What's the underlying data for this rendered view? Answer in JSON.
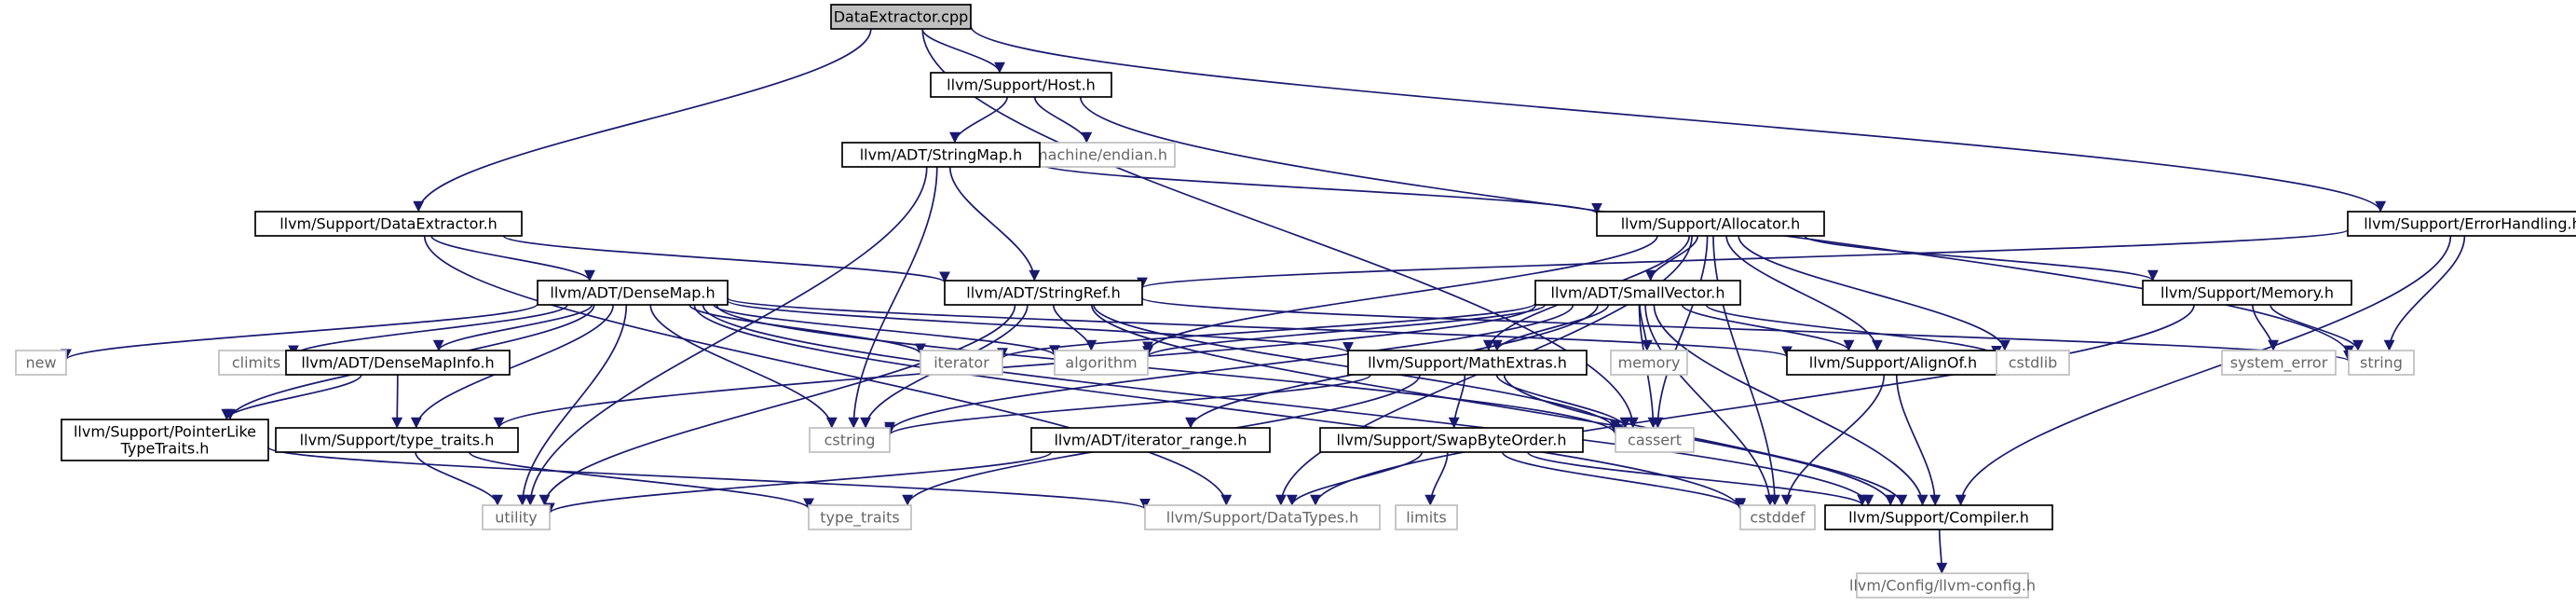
{
  "colors": {
    "edge": "#191970",
    "node_border": "#000000",
    "node_border_external": "#bfbfbf",
    "text": "#000000",
    "text_external": "#666666",
    "root_fill": "#bfbfbf",
    "node_fill": "#ffffff"
  },
  "nodes": [
    {
      "id": "n_dataextractor_cpp",
      "label": "DataExtractor.cpp",
      "kind": "root"
    },
    {
      "id": "n_host_h",
      "label": "llvm/Support/Host.h",
      "kind": "local"
    },
    {
      "id": "n_machine_endian",
      "label": "machine/endian.h",
      "kind": "external"
    },
    {
      "id": "n_stringmap_h",
      "label": "llvm/ADT/StringMap.h",
      "kind": "local"
    },
    {
      "id": "n_dataextractor_h",
      "label": "llvm/Support/DataExtractor.h",
      "kind": "local"
    },
    {
      "id": "n_allocator_h",
      "label": "llvm/Support/Allocator.h",
      "kind": "local"
    },
    {
      "id": "n_errorhandling_h",
      "label": "llvm/Support/ErrorHandling.h",
      "kind": "local"
    },
    {
      "id": "n_densemap_h",
      "label": "llvm/ADT/DenseMap.h",
      "kind": "local"
    },
    {
      "id": "n_stringref_h",
      "label": "llvm/ADT/StringRef.h",
      "kind": "local"
    },
    {
      "id": "n_smallvector_h",
      "label": "llvm/ADT/SmallVector.h",
      "kind": "local"
    },
    {
      "id": "n_memory_h",
      "label": "llvm/Support/Memory.h",
      "kind": "local"
    },
    {
      "id": "n_new",
      "label": "new",
      "kind": "external"
    },
    {
      "id": "n_climits",
      "label": "climits",
      "kind": "external"
    },
    {
      "id": "n_densemapinfo_h",
      "label": "llvm/ADT/DenseMapInfo.h",
      "kind": "local"
    },
    {
      "id": "n_iterator",
      "label": "iterator",
      "kind": "external"
    },
    {
      "id": "n_algorithm",
      "label": "algorithm",
      "kind": "external"
    },
    {
      "id": "n_mathextras_h",
      "label": "llvm/Support/MathExtras.h",
      "kind": "local"
    },
    {
      "id": "n_memory",
      "label": "memory",
      "kind": "external"
    },
    {
      "id": "n_alignof_h",
      "label": "llvm/Support/AlignOf.h",
      "kind": "local"
    },
    {
      "id": "n_cstdlib",
      "label": "cstdlib",
      "kind": "external"
    },
    {
      "id": "n_system_error",
      "label": "system_error",
      "kind": "external"
    },
    {
      "id": "n_string",
      "label": "string",
      "kind": "external"
    },
    {
      "id": "n_pointerlike_h",
      "label": "llvm/Support/PointerLike\nTypeTraits.h",
      "kind": "local"
    },
    {
      "id": "n_type_traits_h",
      "label": "llvm/Support/type_traits.h",
      "kind": "local"
    },
    {
      "id": "n_cstring",
      "label": "cstring",
      "kind": "external"
    },
    {
      "id": "n_iterator_range_h",
      "label": "llvm/ADT/iterator_range.h",
      "kind": "local"
    },
    {
      "id": "n_swapbyteorder_h",
      "label": "llvm/Support/SwapByteOrder.h",
      "kind": "local"
    },
    {
      "id": "n_cassert",
      "label": "cassert",
      "kind": "external"
    },
    {
      "id": "n_utility",
      "label": "utility",
      "kind": "external"
    },
    {
      "id": "n_type_traits",
      "label": "type_traits",
      "kind": "external"
    },
    {
      "id": "n_datatypes_h",
      "label": "llvm/Support/DataTypes.h",
      "kind": "external"
    },
    {
      "id": "n_limits",
      "label": "limits",
      "kind": "external"
    },
    {
      "id": "n_cstddef",
      "label": "cstddef",
      "kind": "external"
    },
    {
      "id": "n_compiler_h",
      "label": "llvm/Support/Compiler.h",
      "kind": "local"
    },
    {
      "id": "n_llvm_config_h",
      "label": "llvm/Config/llvm-config.h",
      "kind": "external"
    }
  ],
  "edges": [
    [
      "n_dataextractor_cpp",
      "n_host_h"
    ],
    [
      "n_dataextractor_cpp",
      "n_dataextractor_h"
    ],
    [
      "n_dataextractor_cpp",
      "n_errorhandling_h"
    ],
    [
      "n_dataextractor_cpp",
      "n_cassert"
    ],
    [
      "n_host_h",
      "n_stringmap_h"
    ],
    [
      "n_host_h",
      "n_machine_endian"
    ],
    [
      "n_host_h",
      "n_string"
    ],
    [
      "n_stringmap_h",
      "n_stringref_h"
    ],
    [
      "n_stringmap_h",
      "n_allocator_h"
    ],
    [
      "n_stringmap_h",
      "n_cstring"
    ],
    [
      "n_stringmap_h",
      "n_utility"
    ],
    [
      "n_dataextractor_h",
      "n_densemap_h"
    ],
    [
      "n_dataextractor_h",
      "n_stringref_h"
    ],
    [
      "n_dataextractor_h",
      "n_datatypes_h"
    ],
    [
      "n_allocator_h",
      "n_smallvector_h"
    ],
    [
      "n_allocator_h",
      "n_alignof_h"
    ],
    [
      "n_allocator_h",
      "n_datatypes_h"
    ],
    [
      "n_allocator_h",
      "n_mathextras_h"
    ],
    [
      "n_allocator_h",
      "n_memory_h"
    ],
    [
      "n_allocator_h",
      "n_algorithm"
    ],
    [
      "n_allocator_h",
      "n_cassert"
    ],
    [
      "n_allocator_h",
      "n_cstddef"
    ],
    [
      "n_allocator_h",
      "n_cstdlib"
    ],
    [
      "n_errorhandling_h",
      "n_stringref_h"
    ],
    [
      "n_errorhandling_h",
      "n_compiler_h"
    ],
    [
      "n_errorhandling_h",
      "n_string"
    ],
    [
      "n_densemap_h",
      "n_densemapinfo_h"
    ],
    [
      "n_densemap_h",
      "n_alignof_h"
    ],
    [
      "n_densemap_h",
      "n_compiler_h"
    ],
    [
      "n_densemap_h",
      "n_mathextras_h"
    ],
    [
      "n_densemap_h",
      "n_pointerlike_h"
    ],
    [
      "n_densemap_h",
      "n_type_traits_h"
    ],
    [
      "n_densemap_h",
      "n_algorithm"
    ],
    [
      "n_densemap_h",
      "n_cassert"
    ],
    [
      "n_densemap_h",
      "n_climits"
    ],
    [
      "n_densemap_h",
      "n_cstddef"
    ],
    [
      "n_densemap_h",
      "n_cstring"
    ],
    [
      "n_densemap_h",
      "n_iterator"
    ],
    [
      "n_densemap_h",
      "n_new"
    ],
    [
      "n_densemap_h",
      "n_utility"
    ],
    [
      "n_densemapinfo_h",
      "n_pointerlike_h"
    ],
    [
      "n_densemapinfo_h",
      "n_type_traits_h"
    ],
    [
      "n_pointerlike_h",
      "n_datatypes_h"
    ],
    [
      "n_type_traits_h",
      "n_type_traits"
    ],
    [
      "n_type_traits_h",
      "n_utility"
    ],
    [
      "n_stringref_h",
      "n_compiler_h"
    ],
    [
      "n_stringref_h",
      "n_algorithm"
    ],
    [
      "n_stringref_h",
      "n_cassert"
    ],
    [
      "n_stringref_h",
      "n_cstring"
    ],
    [
      "n_stringref_h",
      "n_string"
    ],
    [
      "n_stringref_h",
      "n_utility"
    ],
    [
      "n_smallvector_h",
      "n_iterator_range_h"
    ],
    [
      "n_smallvector_h",
      "n_alignof_h"
    ],
    [
      "n_smallvector_h",
      "n_compiler_h"
    ],
    [
      "n_smallvector_h",
      "n_mathextras_h"
    ],
    [
      "n_smallvector_h",
      "n_type_traits_h"
    ],
    [
      "n_smallvector_h",
      "n_algorithm"
    ],
    [
      "n_smallvector_h",
      "n_cassert"
    ],
    [
      "n_smallvector_h",
      "n_cstddef"
    ],
    [
      "n_smallvector_h",
      "n_cstdlib"
    ],
    [
      "n_smallvector_h",
      "n_cstring"
    ],
    [
      "n_smallvector_h",
      "n_iterator"
    ],
    [
      "n_smallvector_h",
      "n_memory"
    ],
    [
      "n_iterator_range_h",
      "n_utility"
    ],
    [
      "n_mathextras_h",
      "n_compiler_h"
    ],
    [
      "n_mathextras_h",
      "n_swapbyteorder_h"
    ],
    [
      "n_mathextras_h",
      "n_cassert"
    ],
    [
      "n_mathextras_h",
      "n_cstring"
    ],
    [
      "n_mathextras_h",
      "n_type_traits"
    ],
    [
      "n_swapbyteorder_h",
      "n_compiler_h"
    ],
    [
      "n_swapbyteorder_h",
      "n_datatypes_h"
    ],
    [
      "n_swapbyteorder_h",
      "n_cstddef"
    ],
    [
      "n_swapbyteorder_h",
      "n_limits"
    ],
    [
      "n_alignof_h",
      "n_compiler_h"
    ],
    [
      "n_alignof_h",
      "n_cstddef"
    ],
    [
      "n_memory_h",
      "n_datatypes_h"
    ],
    [
      "n_memory_h",
      "n_string"
    ],
    [
      "n_memory_h",
      "n_system_error"
    ],
    [
      "n_compiler_h",
      "n_llvm_config_h"
    ]
  ]
}
